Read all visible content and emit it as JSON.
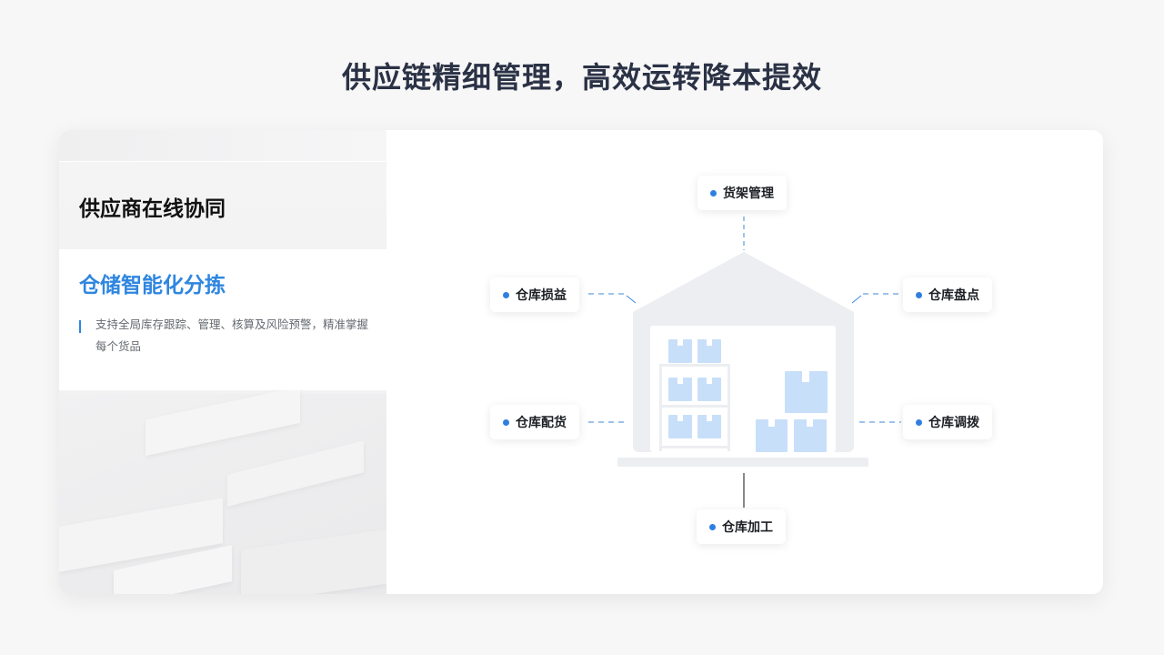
{
  "title": "供应链精细管理，高效运转降本提效",
  "sidebar": {
    "items": [
      {
        "label": "供应商在线协同",
        "active": false
      },
      {
        "label": "仓储智能化分拣",
        "active": true,
        "description": "支持全局库存跟踪、管理、核算及风险预警，精准掌握每个货品"
      }
    ]
  },
  "diagram": {
    "center_icon": "warehouse-icon",
    "nodes": [
      {
        "label": "货架管理",
        "position": "top"
      },
      {
        "label": "仓库损益",
        "position": "upper-left"
      },
      {
        "label": "仓库盘点",
        "position": "upper-right"
      },
      {
        "label": "仓库配货",
        "position": "lower-left"
      },
      {
        "label": "仓库调拨",
        "position": "lower-right"
      },
      {
        "label": "仓库加工",
        "position": "bottom"
      }
    ]
  },
  "colors": {
    "accent": "#2f86e0",
    "title": "#2b3246",
    "warehouse": "#eceef1",
    "box": "#c8dff9"
  }
}
